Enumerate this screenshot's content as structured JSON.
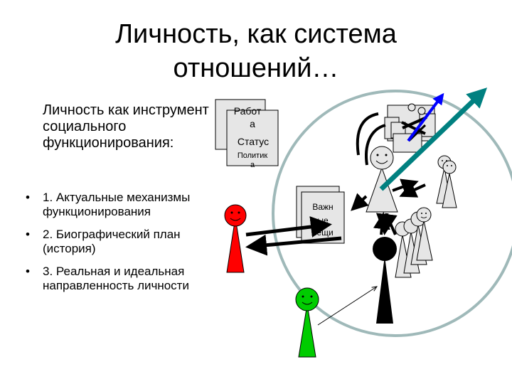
{
  "slide": {
    "title_line1": "Личность, как система",
    "title_line2": "отношений…",
    "lead_text": "Личность как инструмент социального функционирования:",
    "bullets": [
      "1. Актуальные механизмы функционирования",
      "2. Биографический план (история)",
      "3. Реальная и идеальная направленность личности"
    ]
  },
  "diagram": {
    "card_work_line1": "Работ",
    "card_work_line2": "а",
    "card_status": "Статус",
    "card_politics_line1": "Политик",
    "card_politics_line2": "а",
    "card_things_line1": "Важн",
    "card_things_line2": "ые",
    "card_things_line3": "вещи",
    "colors": {
      "red_person": "#ff0000",
      "green_person": "#00cc00",
      "black_person": "#000000",
      "gray_person": "#e6e6e6",
      "circle_stroke": "#9fb9b9",
      "arrow_teal": "#008080",
      "arrow_blue": "#0000ff"
    }
  }
}
